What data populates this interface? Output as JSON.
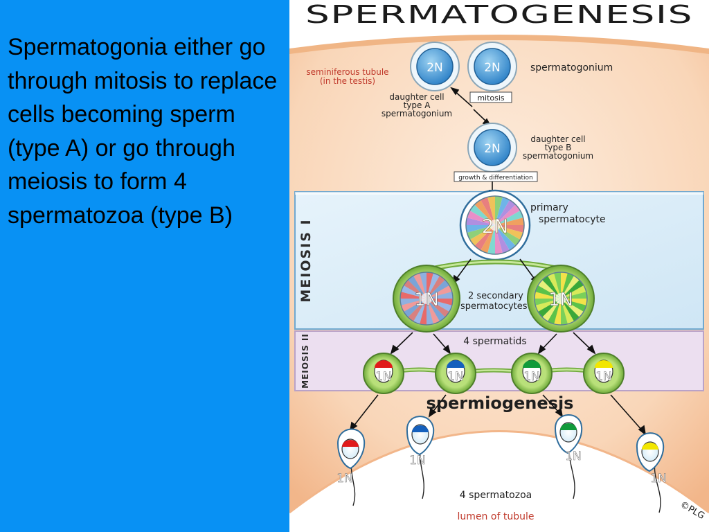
{
  "slide": {
    "text": "Spermatogonia either go through mitosis to replace cells becoming sperm (type A) or go through meiosis to form 4 spermatozoa (type B)"
  },
  "figure": {
    "title": "SPERMATOGENESIS",
    "labels": {
      "tubule_line1": "seminiferous tubule",
      "tubule_line2": "(in the testis)",
      "spermatogonium": "spermatogonium",
      "mitosis": "mitosis",
      "daughter_a_1": "daughter cell",
      "daughter_a_2": "type A",
      "daughter_a_3": "spermatogonium",
      "daughter_b_1": "daughter cell",
      "daughter_b_2": "type B",
      "daughter_b_3": "spermatogonium",
      "growth": "growth & differentiation",
      "primary_1": "primary",
      "primary_2": "spermatocyte",
      "secondary_1": "2 secondary",
      "secondary_2": "spermatocytes",
      "meiosis1": "MEIOSIS I",
      "meiosis2": "MEIOSIS II",
      "spermatids": "4 spermatids",
      "spermiogenesis": "spermiogenesis",
      "spermatozoa": "4 spermatozoa",
      "lumen": "lumen of tubule",
      "copyright": "©PLG"
    },
    "ploidy": {
      "diploid": "2N",
      "haploid": "1N"
    },
    "colors": {
      "slide_background": "#0891f4",
      "tubule_label": "#c0392b",
      "cap_red": "#e01b1b",
      "cap_blue": "#1560bd",
      "cap_green": "#119a3a",
      "cap_yellow": "#f2e600"
    }
  }
}
